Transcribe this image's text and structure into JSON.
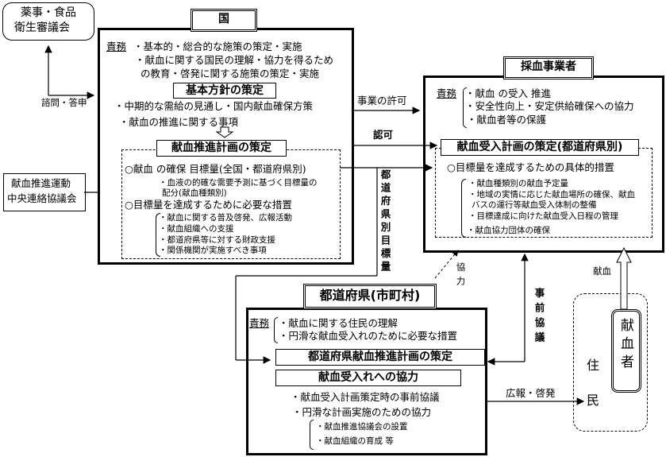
{
  "external": {
    "council": {
      "line1": "薬事・食品",
      "line2": "衛生審議会"
    },
    "liaison": {
      "line1": "献血推進運動",
      "line2": "中央連絡協議会"
    },
    "consult_label": "諮問・答申"
  },
  "kuni": {
    "title": "国",
    "duty_label": "責務",
    "duties": [
      "・基本的・総合的な施策の策定・実施",
      "・献血に関する国民の理解・協力を得るため",
      "の教育・啓発に関する施策の策定・実施"
    ],
    "basic_policy": {
      "title": "基本方針の策定",
      "items": [
        "・中期的な需給の見通し・国内献血確保方策",
        "・献血の推進に関する事項"
      ]
    },
    "promotion_plan": {
      "title": "献血推進計画の策定",
      "items": [
        "○献血 の確保 目標量(全国・都道府県別)",
        "・血液の的確な需要予測に基づく目標量の",
        "配分(献血種類別)",
        "○目標量を達成するために必要な措置"
      ],
      "measures": [
        "・献血に関する普及啓発、広報活動",
        "・献血組織への支援",
        "・都道府県等に対する財政支援",
        "・関係機関が実施すべき事項"
      ]
    }
  },
  "collector": {
    "title": "採血事業者",
    "duty_label": "責務",
    "duties": [
      "・献血 の受入 推進",
      "・安全性向上・安定供給確保への協力",
      "・献血者等の保護"
    ],
    "plan": {
      "title": "献血受入計画の策定(都道府県別)",
      "heading": "○目標量を達成するための具体的措置",
      "items": [
        "・献血種類別の献血予定量",
        "・地域の実情に応じた献血場所の確保、献血",
        "バスの運行等献血受入体制の整備",
        "・目標達成に向けた献血受入日程の管理",
        "・献血協力団体の確保"
      ]
    }
  },
  "prefecture": {
    "title": "都道府県(市町村)",
    "duty_label": "責務",
    "duties": [
      "・献血に関する住民の理解",
      "・円滑な献血受入れのために必要な措置"
    ],
    "plan_title": "都道府県献血推進計画の策定",
    "coop_title": "献血受入れへの協力",
    "coop_items": [
      "・献血受入計画策定時の事前協議",
      "・円滑な計画実施のための協力"
    ],
    "sub_items": [
      "・献血推進協議会の設置",
      "・献血組織の育成 等"
    ]
  },
  "residents": {
    "label_top": "住",
    "label_bottom": "民",
    "donor": "献血者",
    "donation_label": "献血"
  },
  "arrows": {
    "business_license": "事業の許可",
    "approval": "認可",
    "prefecture_target": "都道府県別目標量",
    "cooperation": "協力",
    "prior_consultation": "事前協議",
    "pr": "広報・啓発"
  }
}
